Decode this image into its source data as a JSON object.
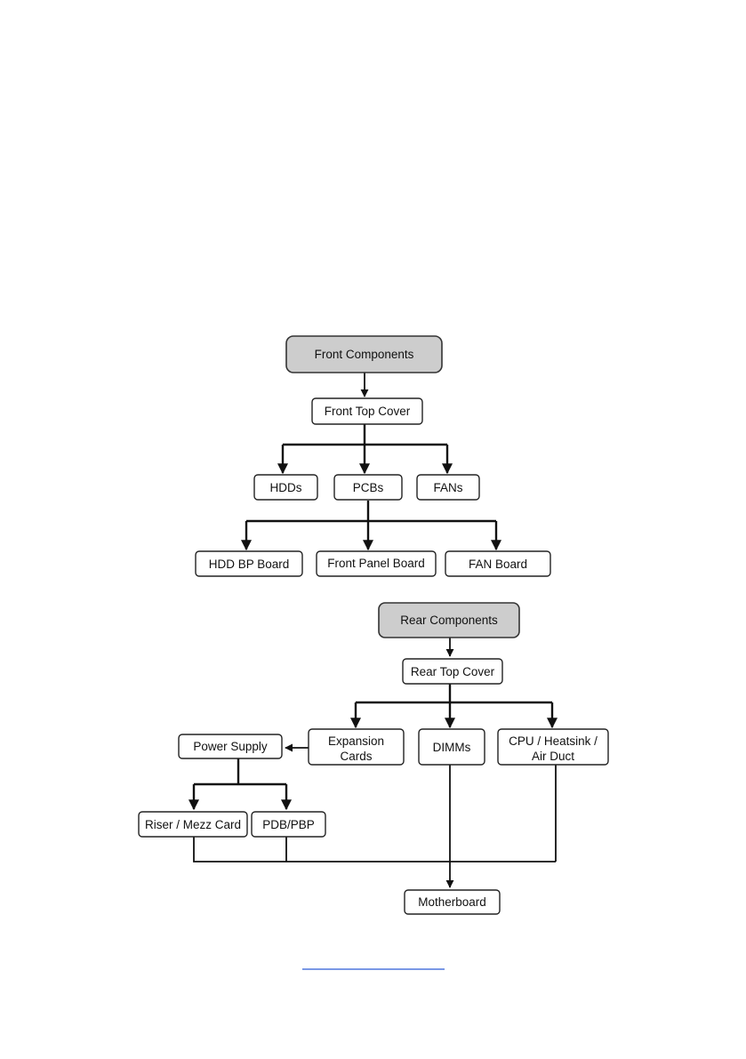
{
  "diagram": {
    "front": {
      "root": "Front Components",
      "cover": "Front Top Cover",
      "level2": [
        "HDDs",
        "PCBs",
        "FANs"
      ],
      "level3": [
        "HDD BP Board",
        "Front Panel Board",
        "FAN Board"
      ]
    },
    "rear": {
      "root": "Rear Components",
      "cover": "Rear Top Cover",
      "expansion": [
        "Expansion",
        "Cards"
      ],
      "dimms": "DIMMs",
      "cpu": [
        "CPU / Heatsink /",
        "Air Duct"
      ],
      "power_supply": "Power Supply",
      "riser": "Riser / Mezz Card",
      "pdb": "PDB/PBP",
      "motherboard": "Motherboard"
    }
  },
  "colors": {
    "header_fill": "#cdcdcd",
    "box_stroke": "#222222",
    "edge": "#111111",
    "link_underline": "#2a5bd7"
  }
}
